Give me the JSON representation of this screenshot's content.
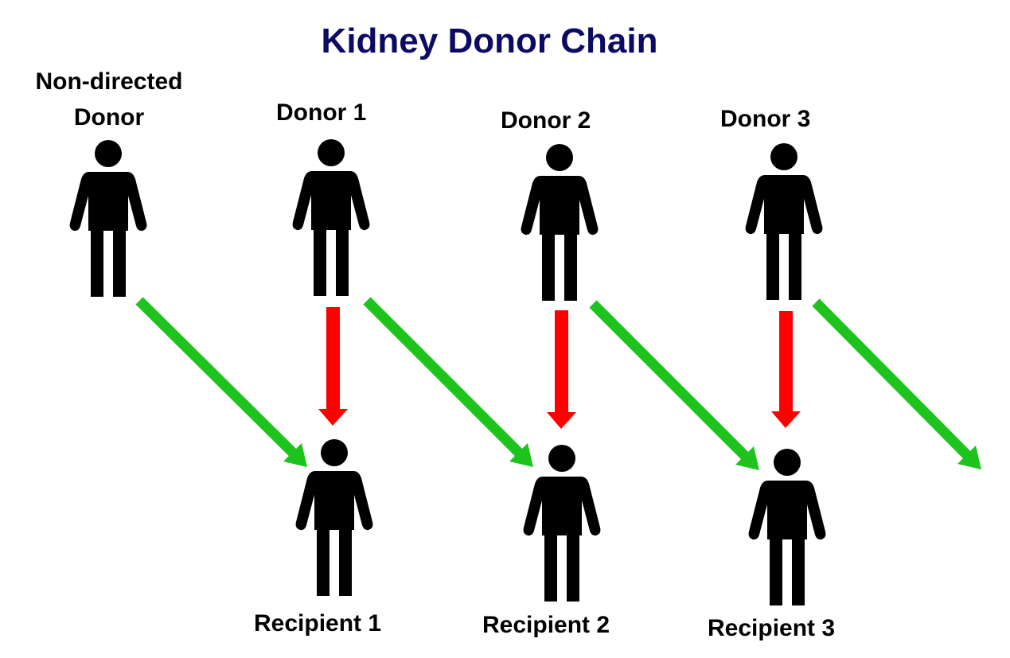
{
  "diagram": {
    "title": "Kidney Donor Chain",
    "donors": [
      {
        "label_line1": "Non-directed",
        "label_line2": "Donor"
      },
      {
        "label": "Donor 1"
      },
      {
        "label": "Donor 2"
      },
      {
        "label": "Donor 3"
      }
    ],
    "recipients": [
      {
        "label": "Recipient 1"
      },
      {
        "label": "Recipient 2"
      },
      {
        "label": "Recipient 3"
      }
    ],
    "colors": {
      "title": "#0b0b66",
      "figure": "#000000",
      "compatible_arrow": "#1ec31e",
      "incompatible_arrow": "#ff0000"
    }
  }
}
